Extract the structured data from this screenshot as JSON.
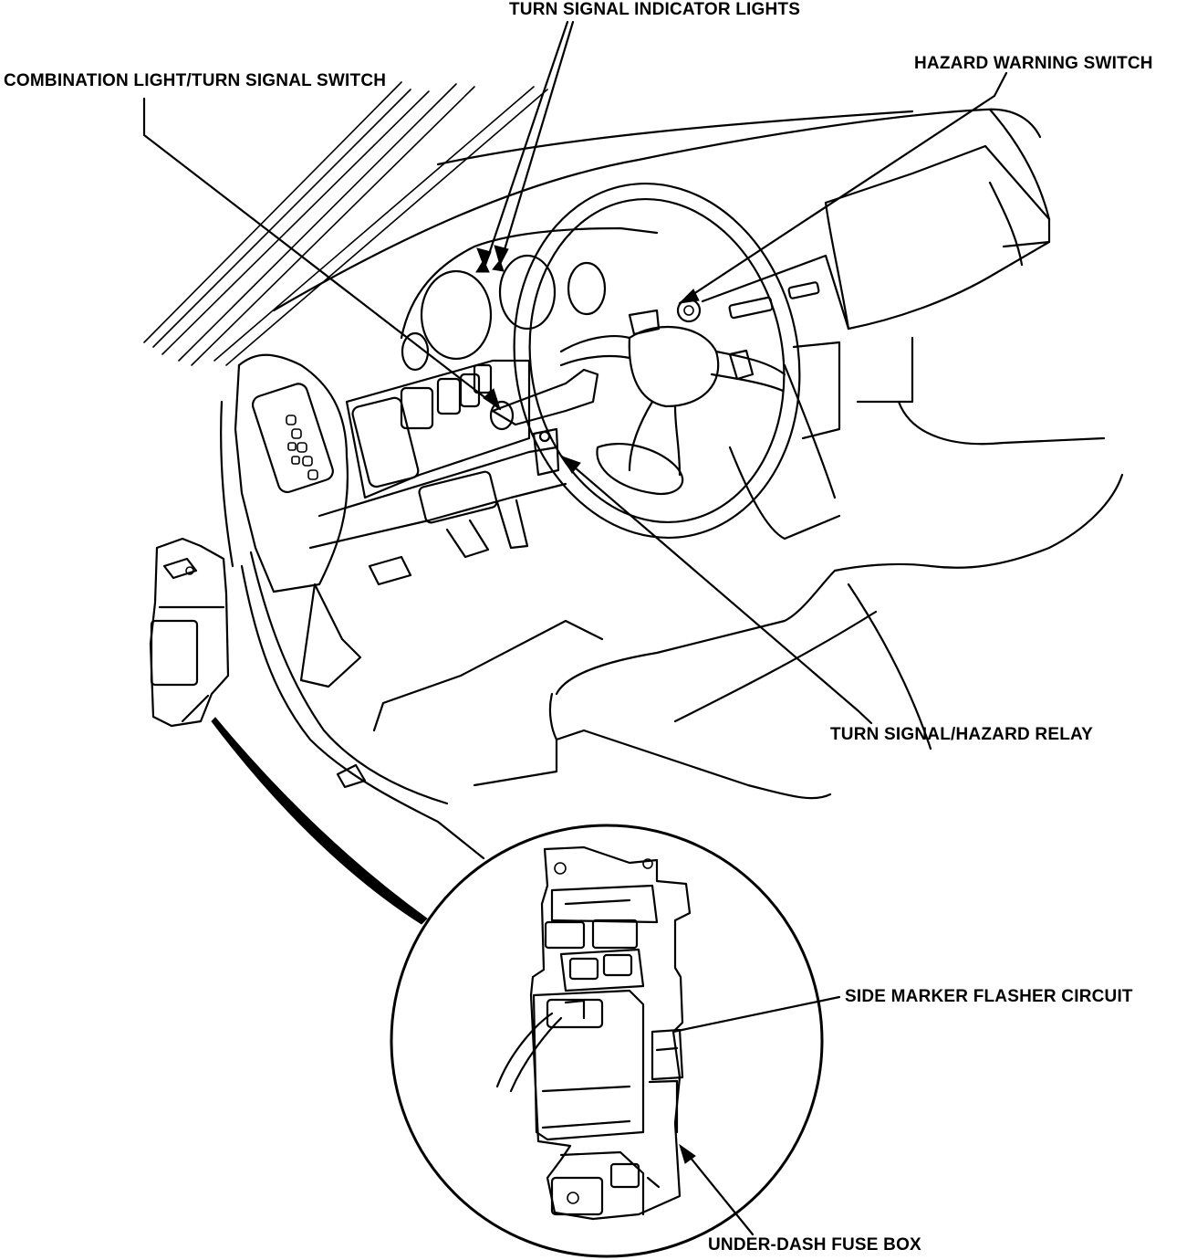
{
  "callouts": {
    "turn_signal_indicator_lights": "TURN SIGNAL INDICATOR LIGHTS",
    "combination_switch": "COMBINATION LIGHT/TURN SIGNAL SWITCH",
    "hazard_warning_switch": "HAZARD WARNING SWITCH",
    "turn_signal_hazard_relay": "TURN SIGNAL/HAZARD RELAY",
    "side_marker_flasher_circuit": "SIDE MARKER FLASHER CIRCUIT",
    "under_dash_fuse_box": "UNDER-DASH FUSE BOX"
  }
}
